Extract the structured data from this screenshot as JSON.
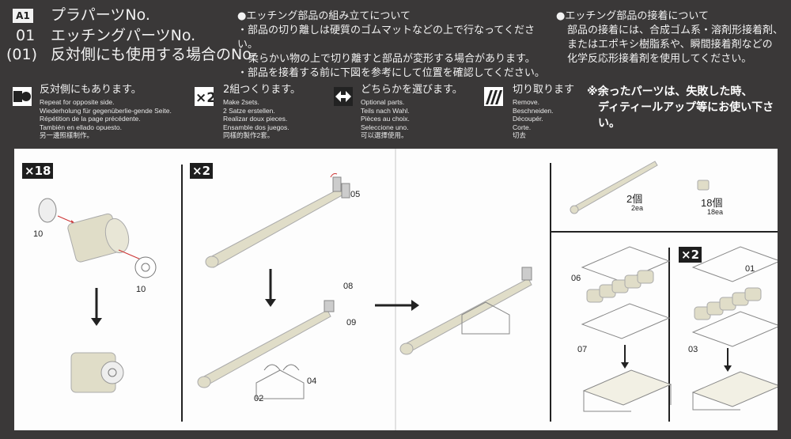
{
  "header": {
    "badge": "A1",
    "row1_num": "",
    "row1_text": "プラパーツNo.",
    "row2_num": "01",
    "row2_text": "エッチングパーツNo.",
    "row3_num": "(01)",
    "row3_text": "反対側にも使用する場合のNo"
  },
  "assembly_notes": {
    "title": "●エッチング部品の組み立てについて",
    "line1": "・部品の切り離しは硬質のゴムマットなどの上で行なってください。",
    "line2": "柔らかい物の上で切り離すと部品が変形する場合があります。",
    "line3": "・部品を接着する前に下図を参考にして位置を確認してください。"
  },
  "glue_notes": {
    "title": "●エッチング部品の接着について",
    "line1": "部品の接着には、合成ゴム系・溶剤形接着剤、",
    "line2": "またはエポキシ樹脂系や、瞬間接着剤などの",
    "line3": "化学反応形接着剤を使用してください。"
  },
  "symbols": [
    {
      "title": "反対側にもあります。",
      "lines": [
        "Repeat for opposite side.",
        "Wiederholung für gegenüberlie-gende Seite.",
        "Répétition de la page précédente.",
        "También en ellado opuesto.",
        "另一邊照樣制作。"
      ]
    },
    {
      "title": "2組つくります。",
      "lines": [
        "Make 2sets.",
        "2 Satze erstellen.",
        "Realizar doux pieces.",
        "Ensamble dos juegos.",
        "同樣的製作2套。"
      ]
    },
    {
      "title": "どちらかを選びます。",
      "lines": [
        "Optional parts.",
        "Teils nach Wahl.",
        "Pièces au choix.",
        "Seleccione uno.",
        "可以選擇使用。"
      ]
    },
    {
      "title": "切り取ります",
      "lines": [
        "Remove.",
        "Beschneiden.",
        "Découpér.",
        "Corte.",
        "切去"
      ]
    }
  ],
  "spare_note": {
    "line1": "※余ったパーツは、失敗した時、",
    "line2": "ディティールアップ等にお使い下さい。"
  },
  "diagram": {
    "count_18": "×18",
    "count_2a": "×2",
    "count_2b": "×2",
    "part_10a": "10",
    "part_10b": "10",
    "part_05": "05",
    "part_08": "08",
    "part_09": "09",
    "part_04": "04",
    "part_02": "02",
    "qty_rod": "2個",
    "qty_rod_en": "2ea",
    "qty_cyl": "18個",
    "qty_cyl_en": "18ea",
    "part_06": "06",
    "part_07": "07",
    "part_01": "01",
    "part_03": "03"
  }
}
